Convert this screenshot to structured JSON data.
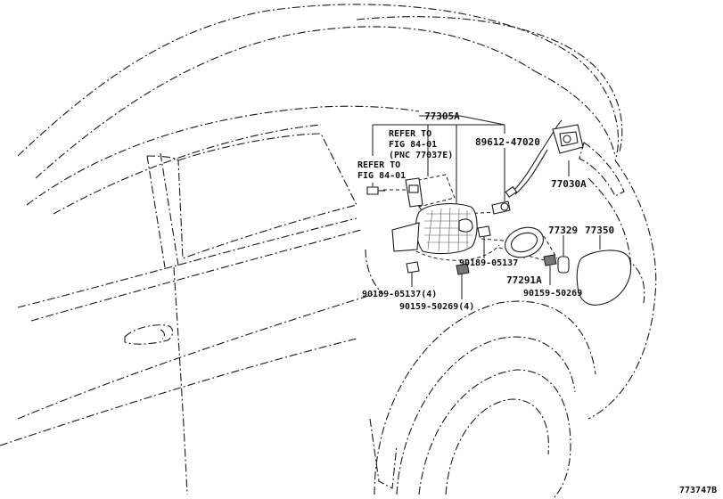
{
  "diagram": {
    "labels": {
      "part_77305A": "77305A",
      "part_89612_47020": "89612-47020",
      "part_77030A": "77030A",
      "part_77329": "77329",
      "part_77350": "77350",
      "part_90189_05137": "90189-05137",
      "part_77291A": "77291A",
      "part_90159_50269": "90159-50269",
      "part_90189_05137_4": "90189-05137(4)",
      "part_90159_50269_4": "90159-50269(4)",
      "refer_a_line1": "REFER TO",
      "refer_a_line2": "FIG 84-01",
      "refer_a_line3": "(PNC 77037E)",
      "refer_b_line1": "REFER TO",
      "refer_b_line2": "FIG 84-01",
      "figure_id": "773747B"
    }
  }
}
